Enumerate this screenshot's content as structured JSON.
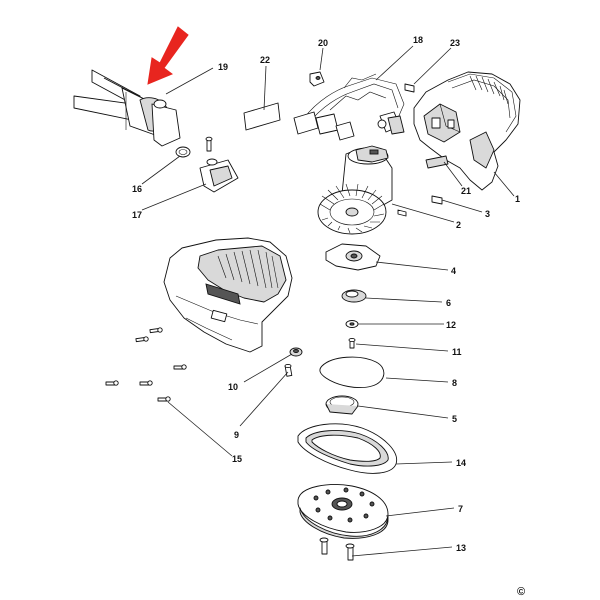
{
  "labels": {
    "p1": "1",
    "p2": "2",
    "p3": "3",
    "p4": "4",
    "p5": "5",
    "p6": "6",
    "p7": "7",
    "p8": "8",
    "p9": "9",
    "p10": "10",
    "p11": "11",
    "p12": "12",
    "p13": "13",
    "p14": "14",
    "p15": "15",
    "p16": "16",
    "p17": "17",
    "p18": "18",
    "p19": "19",
    "p20": "20",
    "p21": "21",
    "p22": "22",
    "p23": "23"
  },
  "copyright": "©",
  "colors": {
    "arrow": "#e8251f",
    "line": "#111111"
  }
}
